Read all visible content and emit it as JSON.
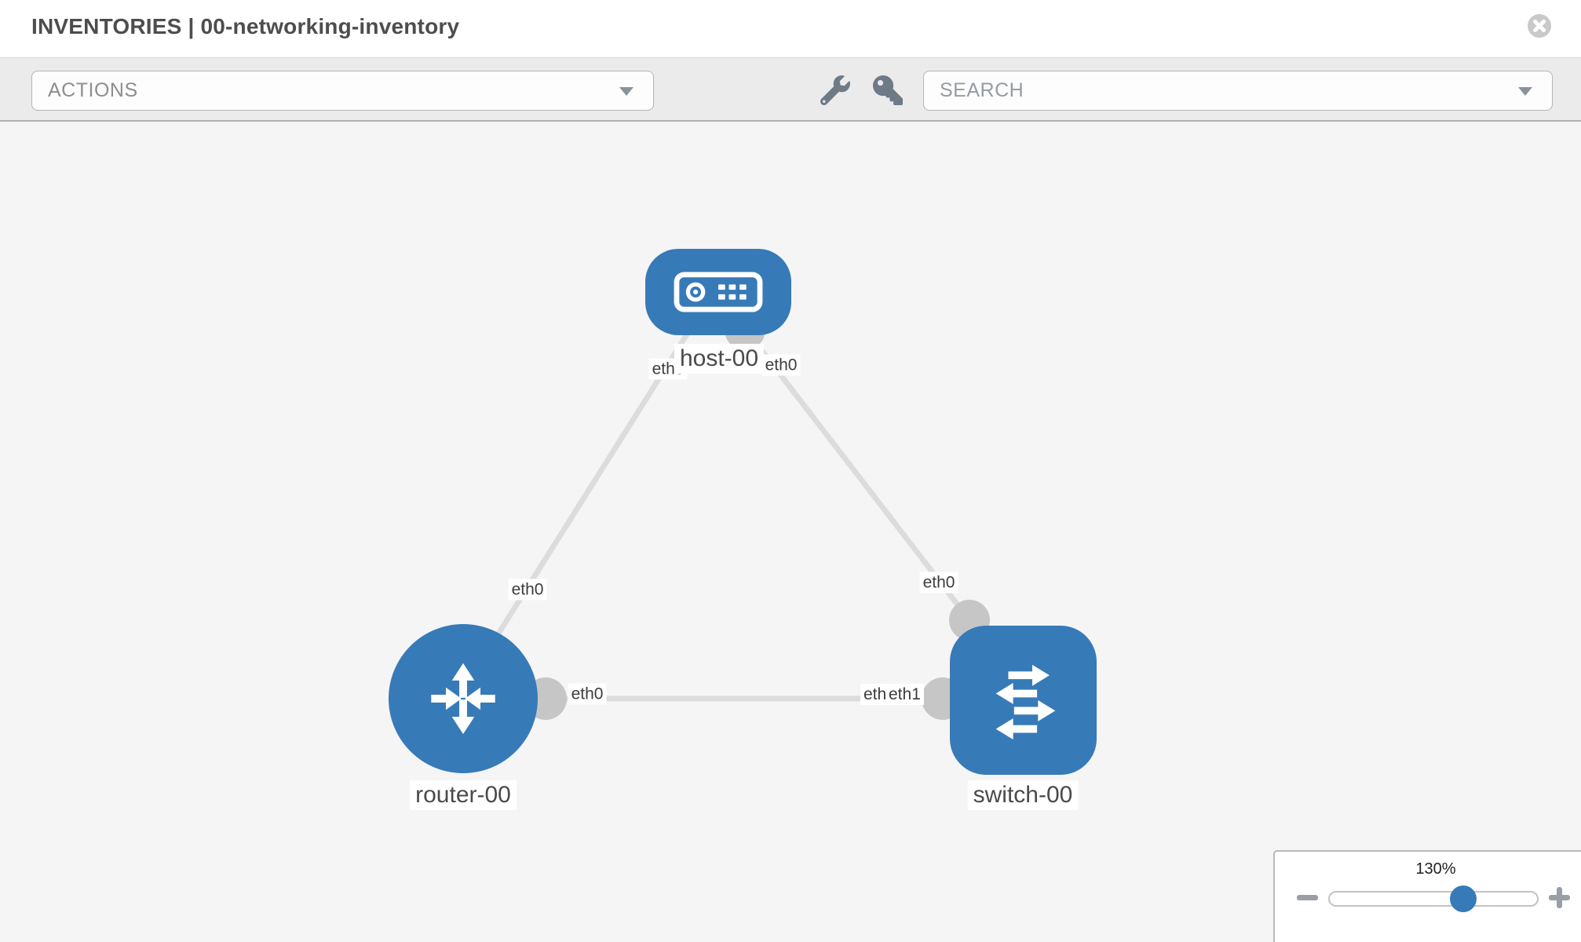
{
  "header": {
    "title": "INVENTORIES | 00-networking-inventory"
  },
  "toolbar": {
    "actions_label": "ACTIONS",
    "search_placeholder": "SEARCH"
  },
  "graph": {
    "nodes": [
      {
        "label": "host-00",
        "type": "host"
      },
      {
        "label": "router-00",
        "type": "router"
      },
      {
        "label": "switch-00",
        "type": "switch"
      }
    ],
    "interface_labels": [
      {
        "id": "host-left",
        "text": "eth0"
      },
      {
        "id": "host-right",
        "text": "eth0"
      },
      {
        "id": "router-top",
        "text": "eth0"
      },
      {
        "id": "switch-top",
        "text": "eth0"
      },
      {
        "id": "link-router-side",
        "text": "eth0"
      },
      {
        "id": "link-switch-back",
        "text": "eth0"
      },
      {
        "id": "link-switch-front",
        "text": "eth1"
      }
    ]
  },
  "zoom_control": {
    "percent": "130%"
  },
  "colors": {
    "node_blue": "#377ab8",
    "link_gray": "#dcdcdc",
    "dot_gray": "#c6c6c6",
    "toolbar_gray": "#ebebeb",
    "canvas_gray": "#f5f5f5"
  }
}
